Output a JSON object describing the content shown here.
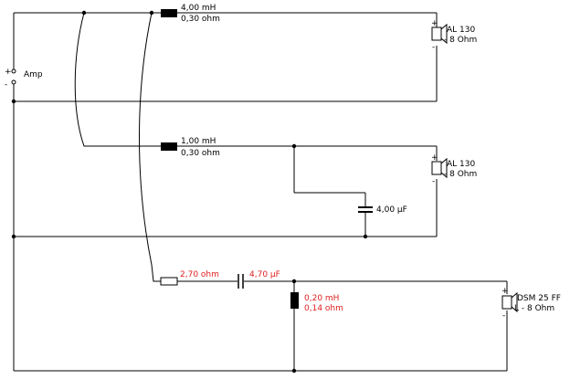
{
  "amp": {
    "label": "Amp",
    "plus": "+",
    "minus": "-"
  },
  "branch1": {
    "inductor": {
      "value": "4,00 mH",
      "resistance": "0,30 ohm"
    },
    "speaker": {
      "name": "AL 130",
      "impedance": "- 8 Ohm",
      "plus": "+",
      "minus": "-"
    }
  },
  "branch2": {
    "inductor": {
      "value": "1,00 mH",
      "resistance": "0,30 ohm"
    },
    "capacitor": {
      "value": "4,00 µF"
    },
    "speaker": {
      "name": "AL 130",
      "impedance": "- 8 Ohm",
      "plus": "+",
      "minus": "-"
    }
  },
  "branch3": {
    "resistor": {
      "value": "2,70 ohm"
    },
    "capacitor": {
      "value": "4,70 µF"
    },
    "inductor": {
      "value": "0,20 mH",
      "resistance": "0,14 ohm"
    },
    "speaker": {
      "name": "DSM 25 FF",
      "impedance": "L - 8 Ohm",
      "plus": "+",
      "minus": "-"
    }
  },
  "colors": {
    "wire": "#000000",
    "highlight": "#e02020"
  }
}
